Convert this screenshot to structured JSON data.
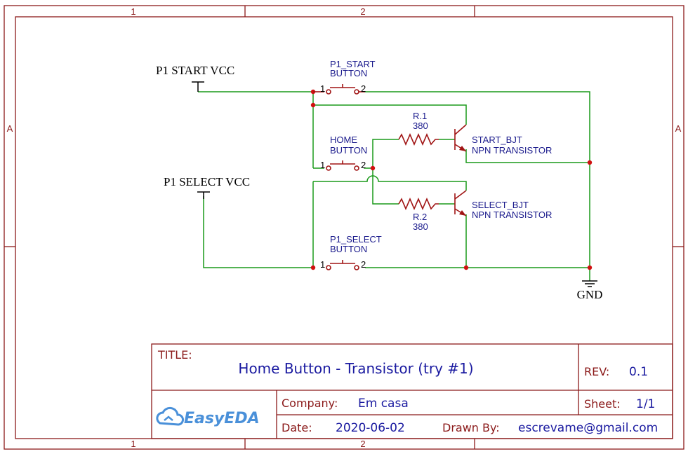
{
  "zones": {
    "col1": "1",
    "col2": "2",
    "rowA": "A"
  },
  "nets": {
    "start_vcc": "P1 START VCC",
    "select_vcc": "P1 SELECT VCC",
    "gnd": "GND"
  },
  "components": {
    "p1_start": {
      "designator": "P1_START",
      "name": "BUTTON",
      "pin1": "1",
      "pin2": "2"
    },
    "home": {
      "designator": "HOME",
      "name": "BUTTON",
      "pin1": "1",
      "pin2": "2"
    },
    "p1_select": {
      "designator": "P1_SELECT",
      "name": "BUTTON",
      "pin1": "1",
      "pin2": "2"
    },
    "r1": {
      "designator": "R.1",
      "value": "380"
    },
    "r2": {
      "designator": "R.2",
      "value": "380"
    },
    "q1": {
      "designator": "START_BJT",
      "value": "NPN TRANSISTOR"
    },
    "q2": {
      "designator": "SELECT_BJT",
      "value": "NPN TRANSISTOR"
    }
  },
  "title_block": {
    "title_label": "TITLE:",
    "title": "Home Button - Transistor (try #1)",
    "rev_label": "REV:",
    "rev": "0.1",
    "company_label": "Company:",
    "company": "Em casa",
    "sheet_label": "Sheet:",
    "sheet": "1/1",
    "date_label": "Date:",
    "date": "2020-06-02",
    "drawn_label": "Drawn By:",
    "drawn_by": "escrevame@gmail.com",
    "logo": "EasyEDA"
  },
  "colors": {
    "frame": "#8b1a1a",
    "wire": "#1a9a1a",
    "component": "#a01414",
    "label": "#1a1a8c",
    "logo": "#4a90d9"
  }
}
